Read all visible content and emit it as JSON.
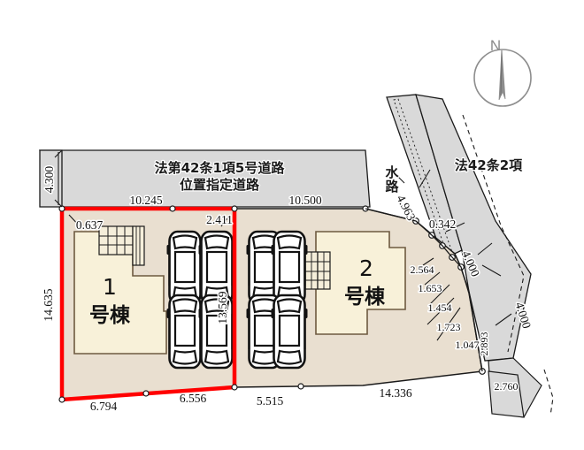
{
  "figure": {
    "kind": "property-site-plan",
    "colors": {
      "road_fill": "#d9d9d9",
      "lot_fill": "#e9dfd0",
      "building_fill": "#f8f1d9",
      "highlight_boundary": "#ff0000",
      "line": "#1a1a1a",
      "compass": "#8d8d8d"
    }
  },
  "annotations": {
    "road_label_line1": "法第42条1項5号道路",
    "road_label_line2": "位置指定道路",
    "waterway_label": "水路",
    "road_type_right": "法42条2項",
    "compass_north": "N"
  },
  "buildings": [
    {
      "number": "1",
      "suffix": "号棟"
    },
    {
      "number": "2",
      "suffix": "号棟"
    }
  ],
  "dimensions": {
    "road_width_left": "4.300",
    "top_left_run": "10.245",
    "top_right_run": "10.500",
    "corner_notch": "0.637",
    "corner_notch_right": "2.411",
    "lot1_left_depth": "14.635",
    "lot1_right_depth": "13.569",
    "lot1_bottom_left": "6.794",
    "lot1_bottom_right": "6.556",
    "lot2_bottom_left": "5.515",
    "lot2_bottom_right": "14.336",
    "diag_upper_right": "4.963",
    "waterway_gap": "0.342",
    "setback_upper": "4.000",
    "setback_lower": "4.000",
    "east_seg_1": "2.564",
    "east_seg_2": "1.653",
    "east_seg_3": "1.454",
    "east_seg_4": "1.723",
    "east_seg_5": "1.047",
    "east_vert": "2.893",
    "east_bottom": "2.760"
  },
  "parking": {
    "stalls_lot1": 4,
    "stalls_lot2": 4
  }
}
